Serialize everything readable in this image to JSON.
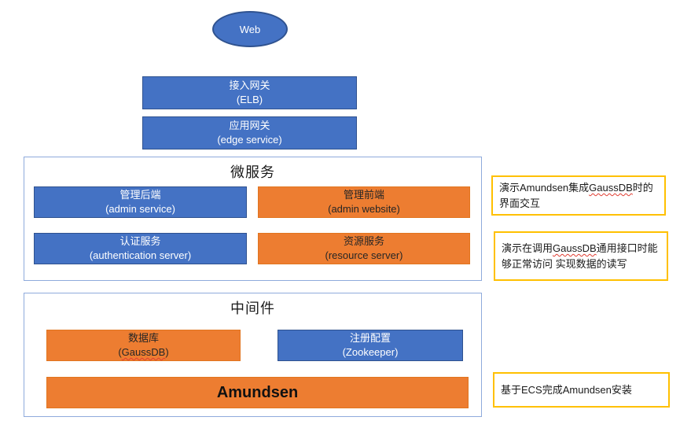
{
  "colors": {
    "box_blue": "#4472C4",
    "box_blue_border": "#2F528F",
    "box_orange": "#ED7D31",
    "container_border": "#8FAADC",
    "annotation_border": "#FFC000",
    "text_on_blue": "#FFFFFF",
    "text_on_orange": "#262626",
    "spellcheck_underline": "#E03C31"
  },
  "diagram": {
    "web": {
      "label": "Web"
    },
    "gateways": [
      {
        "label": "接入网关",
        "sublabel": "(ELB)"
      },
      {
        "label": "应用网关",
        "sublabel": "(edge service)"
      }
    ],
    "microservices": {
      "title": "微服务",
      "boxes": [
        {
          "label": "管理后端",
          "sublabel": "(admin service)",
          "color": "blue"
        },
        {
          "label": "管理前端",
          "sublabel": "(admin website)",
          "color": "orange"
        },
        {
          "label": "认证服务",
          "sublabel": "(authentication server)",
          "color": "blue"
        },
        {
          "label": "资源服务",
          "sublabel": "(resource server)",
          "color": "orange"
        }
      ]
    },
    "middleware": {
      "title": "中间件",
      "database": {
        "label": "数据库",
        "sublabel_segments": [
          {
            "t": "("
          },
          {
            "t": "GaussDB",
            "misspelled": true
          },
          {
            "t": ")"
          }
        ],
        "color": "orange"
      },
      "registry": {
        "label": "注册配置",
        "sublabel": "(Zookeeper)",
        "color": "blue"
      },
      "amundsen": {
        "label": "Amundsen"
      }
    },
    "annotations": [
      {
        "segments": [
          {
            "t": "演示Amundsen集成"
          },
          {
            "t": "GaussDB",
            "misspelled": true
          },
          {
            "t": "时的界面交互"
          }
        ]
      },
      {
        "segments": [
          {
            "t": "演示在调用"
          },
          {
            "t": "GaussDB",
            "misspelled": true
          },
          {
            "t": "通用接口时能够正常访问 实现数据的读写"
          }
        ]
      },
      {
        "segments": [
          {
            "t": "基于ECS完成Amundsen安装"
          }
        ]
      }
    ]
  }
}
